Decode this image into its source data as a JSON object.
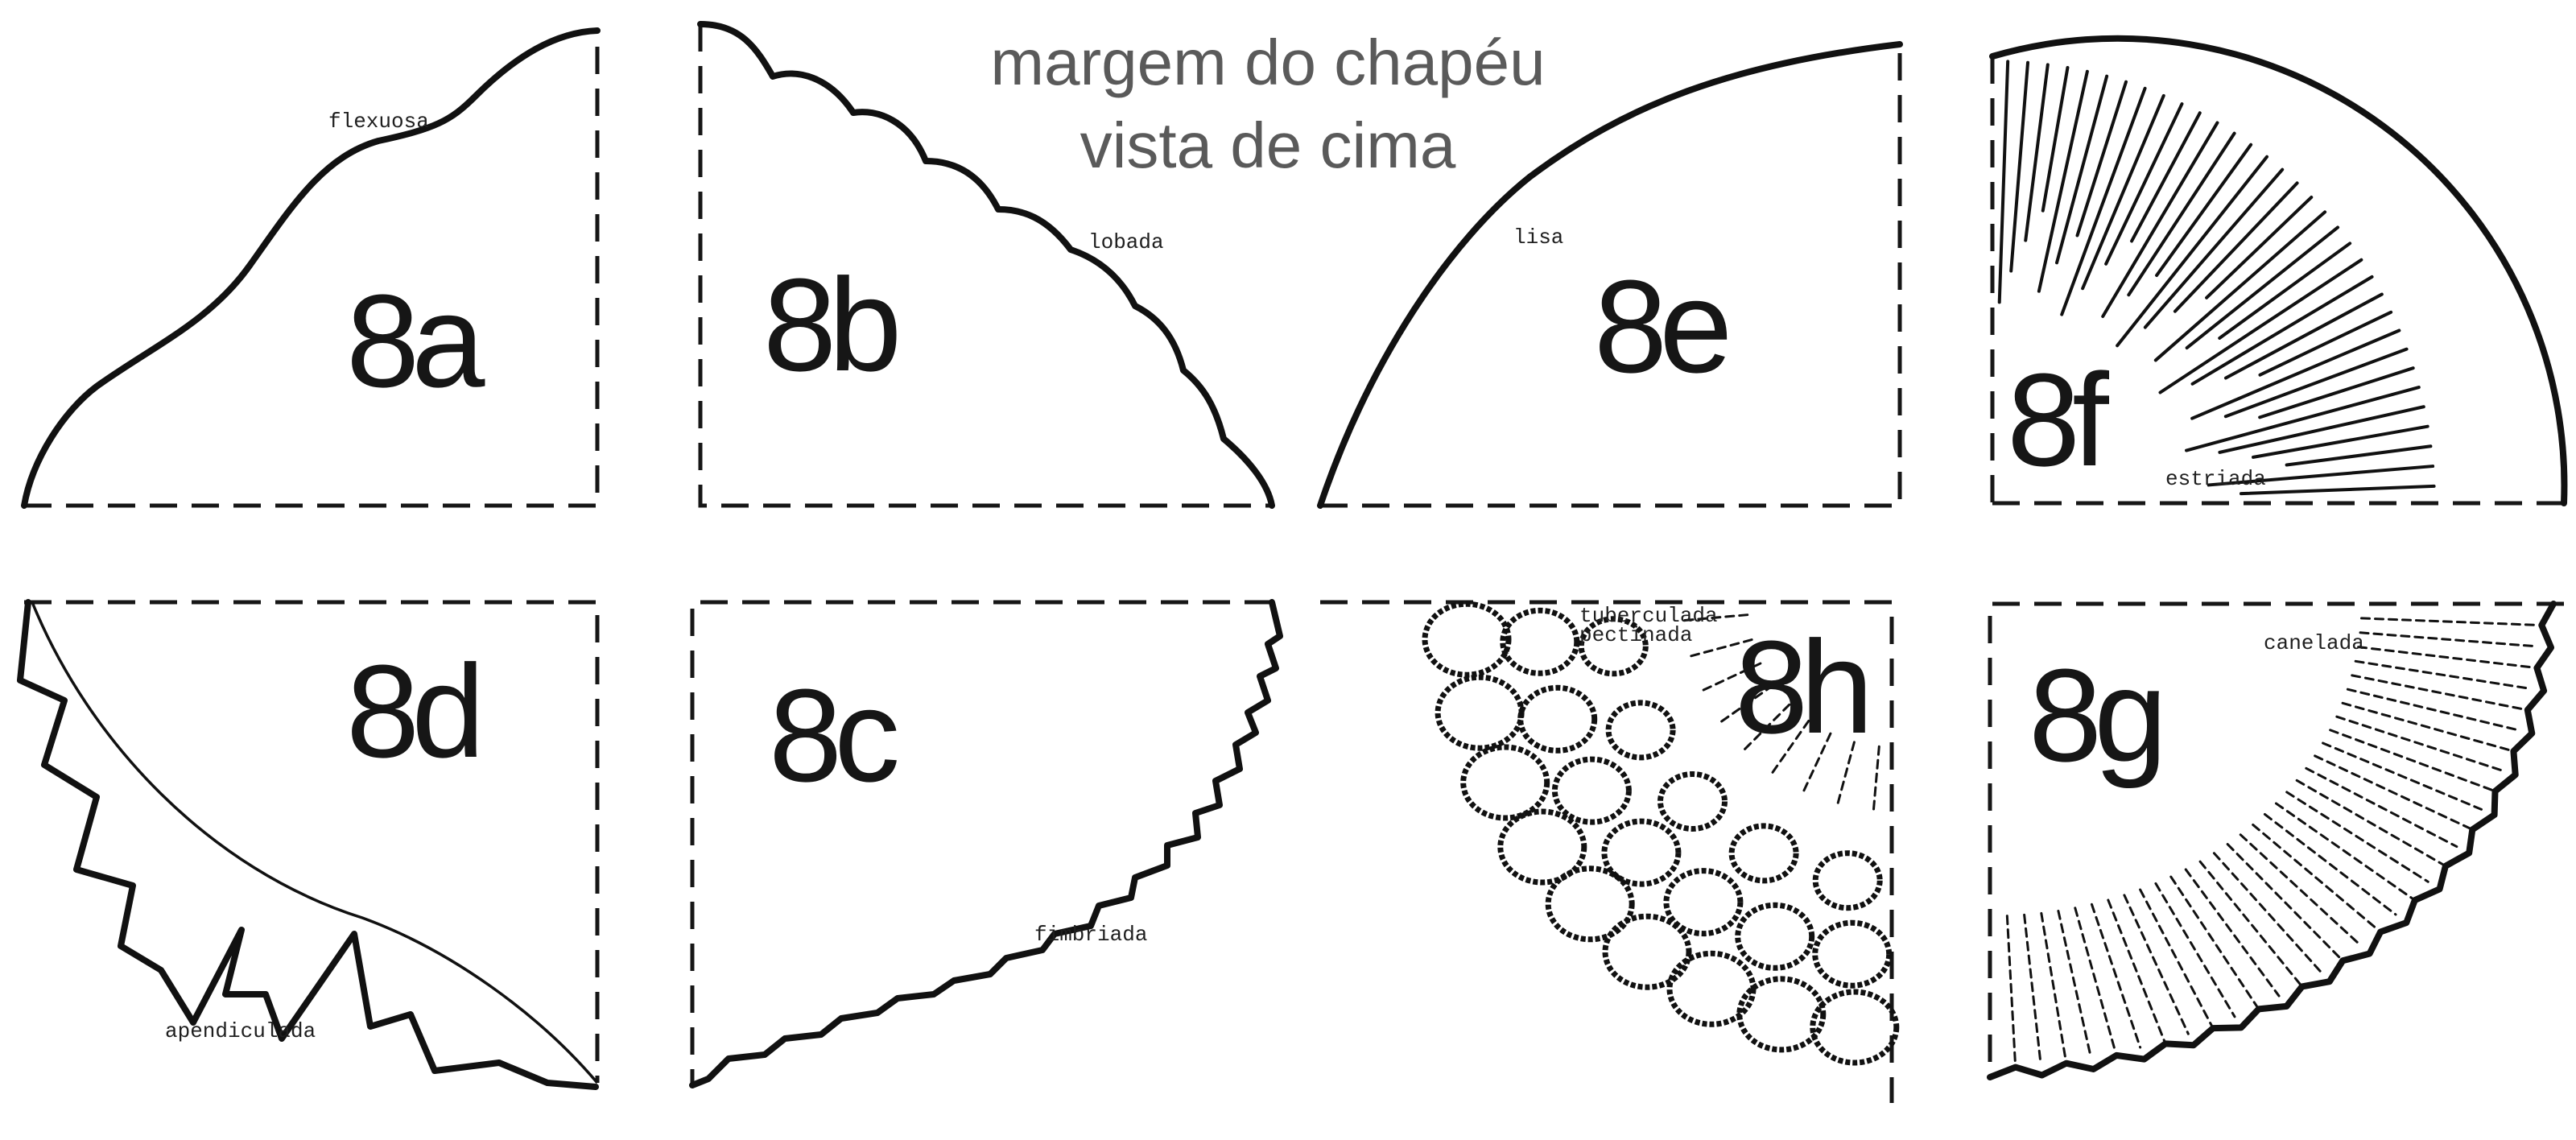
{
  "title": {
    "line1": "margem do chapéu",
    "line2": "vista de cima"
  },
  "figures": [
    {
      "id": "8a",
      "label": "8a",
      "term": "flexuosa"
    },
    {
      "id": "8b",
      "label": "8b",
      "term": "lobada"
    },
    {
      "id": "8e",
      "label": "8e",
      "term": "lisa"
    },
    {
      "id": "8f",
      "label": "8f",
      "term": "estriada"
    },
    {
      "id": "8d",
      "label": "8d",
      "term": "apendiculada"
    },
    {
      "id": "8c",
      "label": "8c",
      "term": "fimbriada"
    },
    {
      "id": "8h",
      "label": "8h",
      "term": "tuberculada",
      "term2": "pectinada"
    },
    {
      "id": "8g",
      "label": "8g",
      "term": "canelada"
    }
  ],
  "colors": {
    "ink": "#111111",
    "title": "#5a5a5a",
    "background": "#ffffff"
  }
}
